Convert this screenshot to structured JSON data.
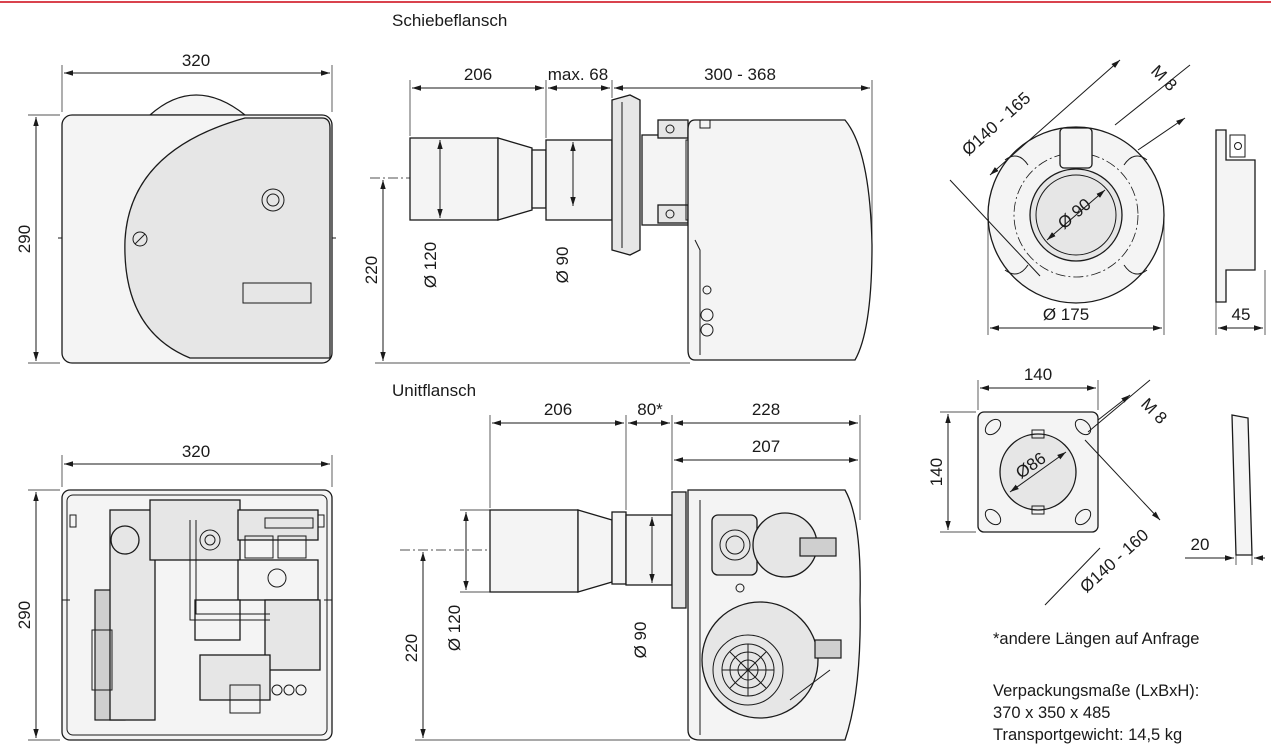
{
  "colors": {
    "accent_line": "#d9434d",
    "ink": "#1a1a1a"
  },
  "titles": {
    "schiebeflansch": "Schiebeflansch",
    "unitflansch": "Unitflansch"
  },
  "front_top": {
    "width": "320",
    "height": "290"
  },
  "front_bottom": {
    "width": "320",
    "height": "290"
  },
  "side_top": {
    "d1": "206",
    "d2": "max. 68",
    "d3": "300 - 368",
    "height": "220",
    "dia_tube": "Ø 120",
    "dia_inner": "Ø 90"
  },
  "side_bottom": {
    "d1": "206",
    "d2": "80*",
    "d3": "228",
    "d4": "207",
    "height": "220",
    "dia_tube": "Ø 120",
    "dia_inner": "Ø 90"
  },
  "flange_round": {
    "dia_bolt": "Ø140 - 165",
    "dia_bore": "Ø 90",
    "dia_outer": "Ø 175",
    "thread": "M 8",
    "thickness": "45"
  },
  "flange_square": {
    "width": "140",
    "height": "140",
    "dia_bore": "Ø86",
    "dia_bolt": "Ø140 - 160",
    "thread": "M 8",
    "thickness": "20"
  },
  "notes": {
    "footnote": "*andere Längen auf Anfrage",
    "packaging_label": "Verpackungsmaße (LxBxH):",
    "packaging_value": "370 x 350 x 485",
    "weight": "Transportgewicht: 14,5 kg"
  }
}
